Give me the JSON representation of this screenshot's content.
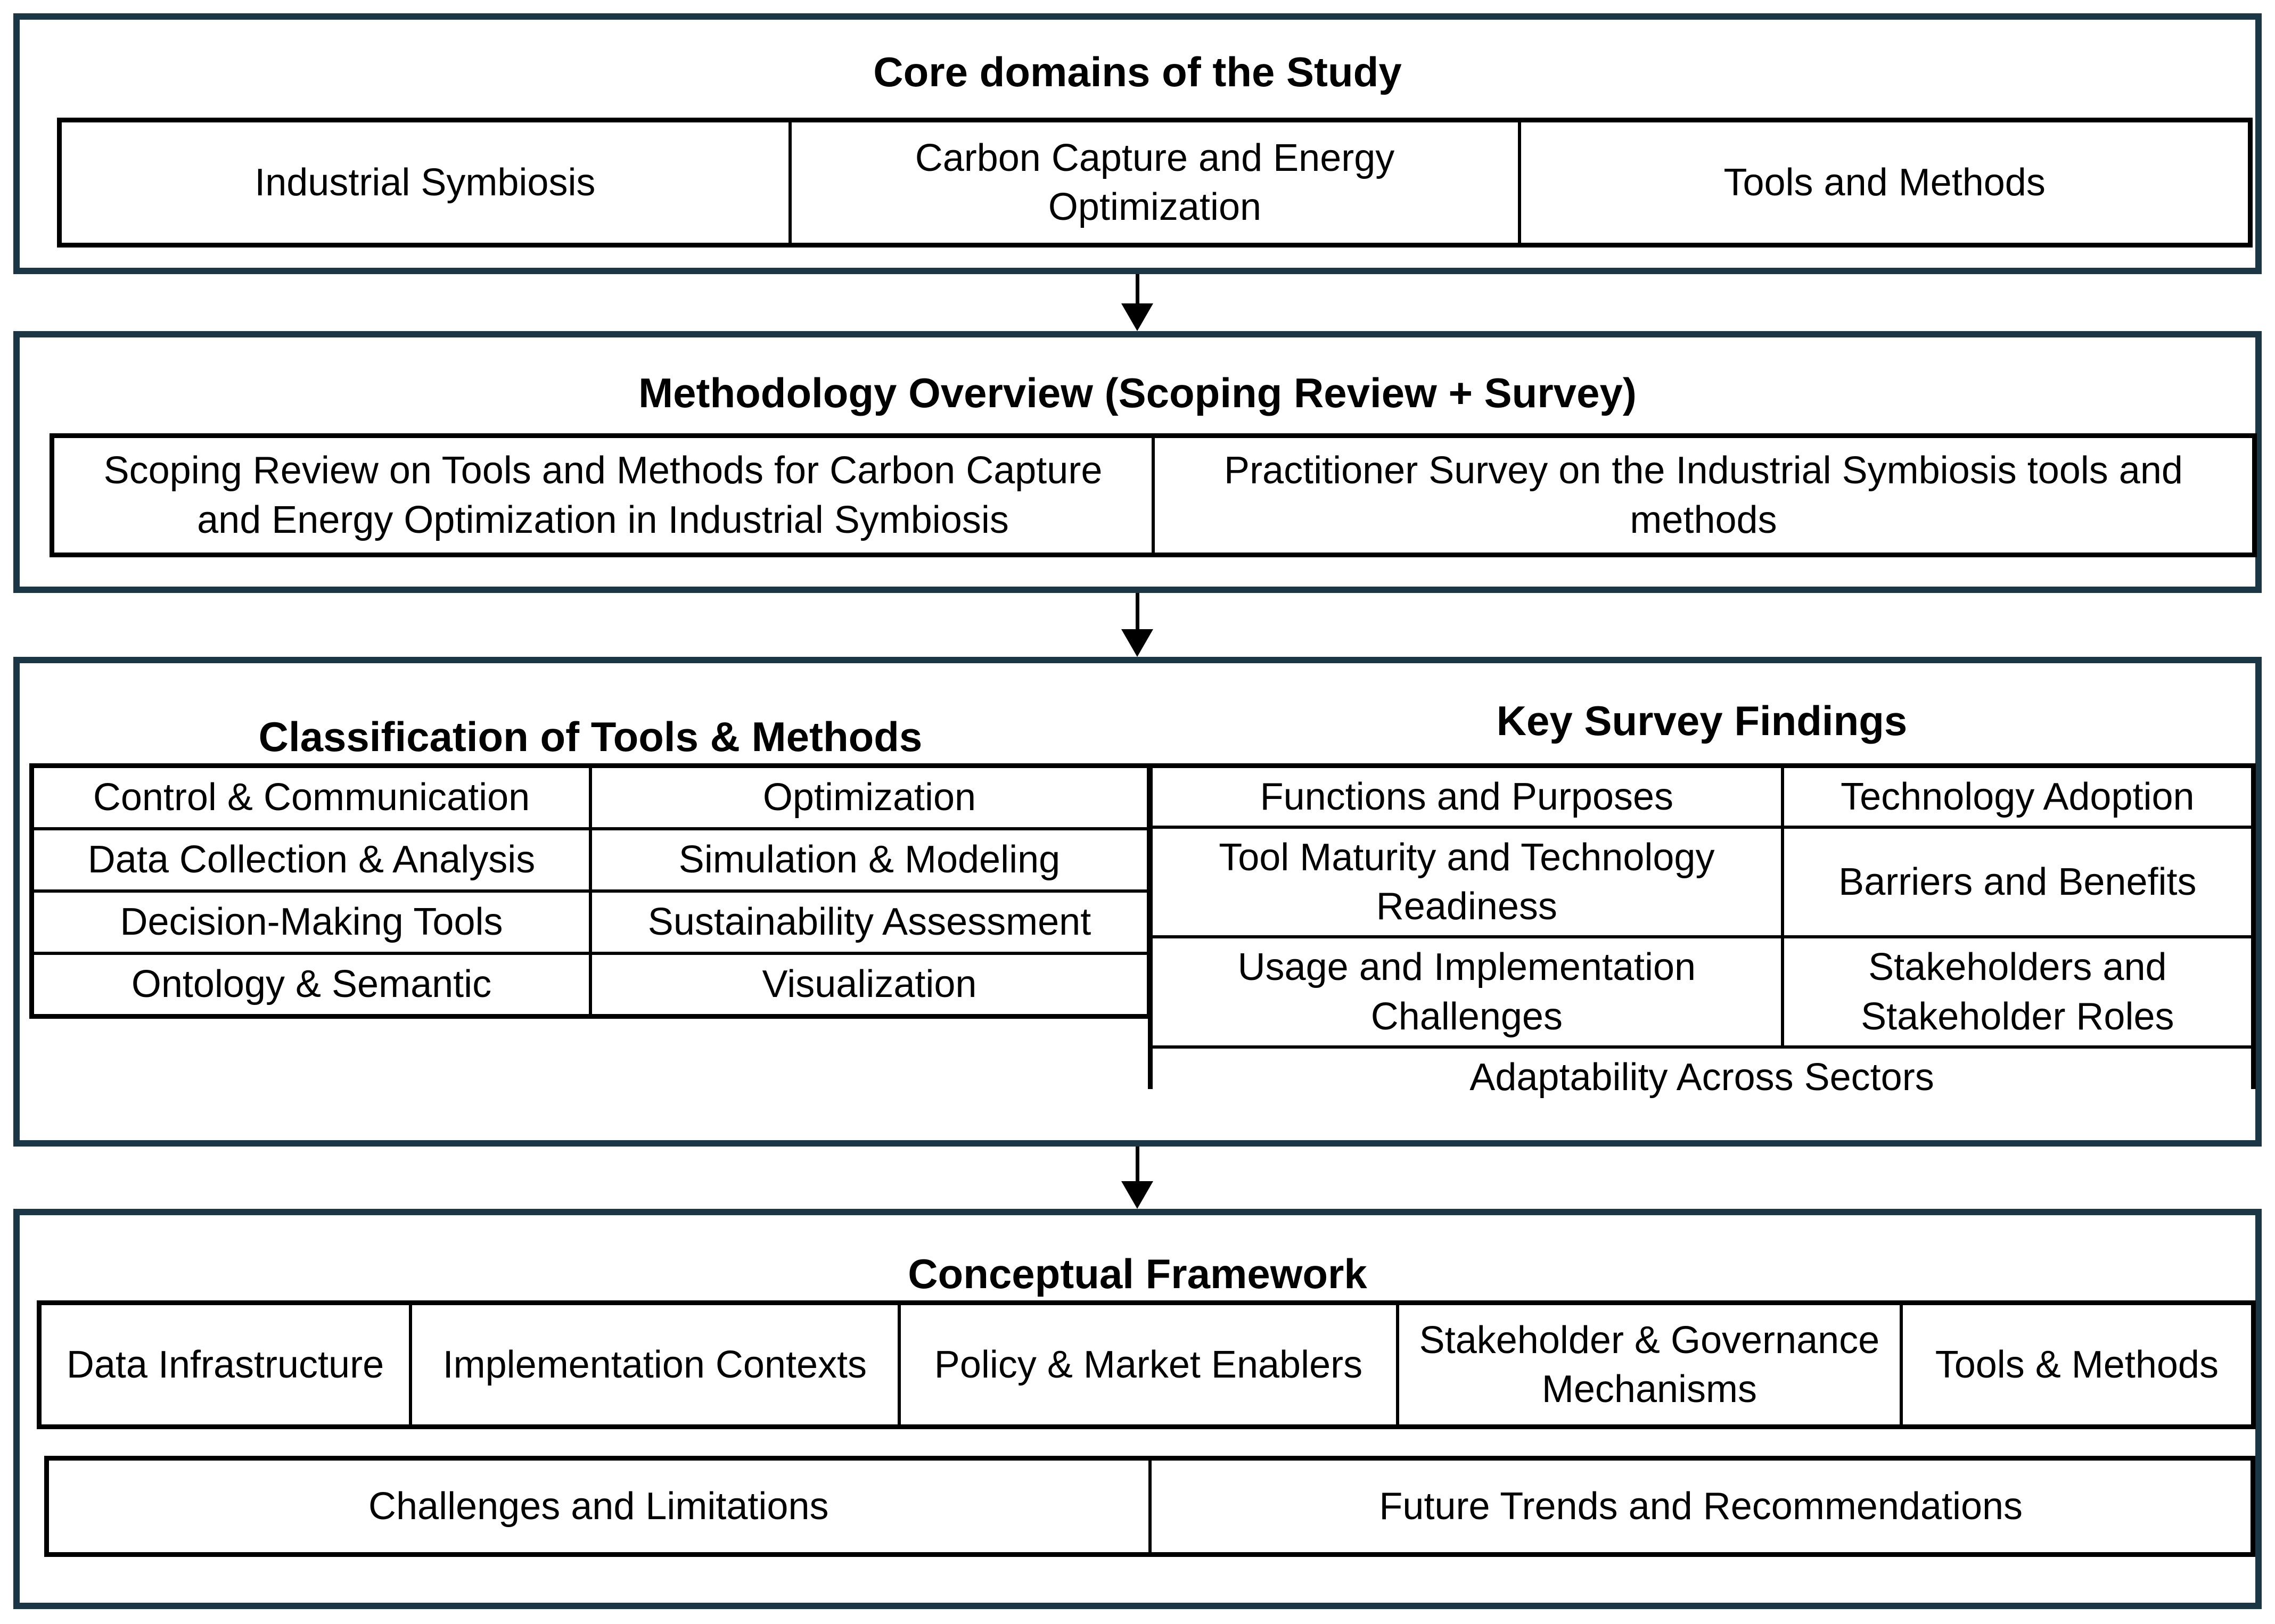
{
  "colors": {
    "section_border": "#1b3746",
    "table_border": "#000000",
    "text": "#000000",
    "background": "#ffffff"
  },
  "icons": {
    "flow_arrow": "down-arrow"
  },
  "sections": {
    "core": {
      "title": "Core domains of the Study",
      "boxes": [
        "Industrial Symbiosis",
        "Carbon Capture and Energy Optimization",
        "Tools and Methods"
      ]
    },
    "methodology": {
      "title": "Methodology Overview (Scoping Review + Survey)",
      "boxes": [
        "Scoping Review on Tools and Methods for Carbon Capture and Energy Optimization in Industrial Symbiosis",
        "Practitioner Survey on the Industrial Symbiosis tools and methods"
      ]
    },
    "classification": {
      "title": "Classification of Tools & Methods",
      "cells": [
        [
          "Control & Communication",
          "Optimization"
        ],
        [
          "Data Collection & Analysis",
          "Simulation & Modeling"
        ],
        [
          "Decision-Making Tools",
          "Sustainability Assessment"
        ],
        [
          "Ontology & Semantic",
          "Visualization"
        ]
      ]
    },
    "survey": {
      "title": "Key Survey Findings",
      "cells": [
        [
          "Functions and Purposes",
          "Technology Adoption"
        ],
        [
          "Tool Maturity and Technology Readiness",
          "Barriers and Benefits"
        ],
        [
          "Usage and Implementation Challenges",
          "Stakeholders and Stakeholder Roles"
        ]
      ],
      "full_width_cell": "Adaptability Across Sectors"
    },
    "framework": {
      "title": "Conceptual Framework",
      "row1": [
        "Data Infrastructure",
        "Implementation Contexts",
        "Policy & Market Enablers",
        "Stakeholder & Governance Mechanisms",
        "Tools & Methods"
      ],
      "row2": [
        "Challenges and Limitations",
        "Future Trends and Recommendations"
      ]
    }
  }
}
